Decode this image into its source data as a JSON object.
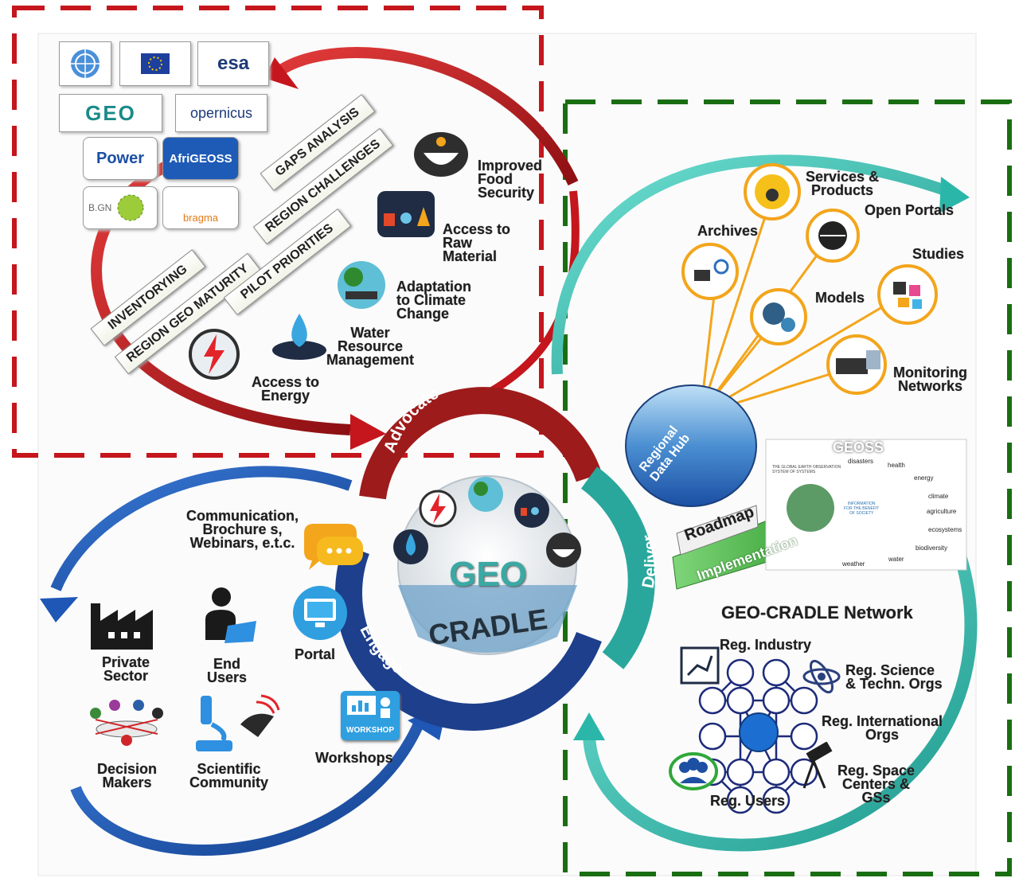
{
  "colors": {
    "red": "#c4161c",
    "green": "#1a6e12",
    "blue": "#1f57b7",
    "teal": "#2ab7aa",
    "orange": "#f3a51c"
  },
  "logos": {
    "geo": "GEO",
    "copernicus": "opernicus",
    "esa": "esa",
    "power": "Power",
    "afrigeoss": "AfriGEOSS",
    "bgn": "B.GN",
    "bragma": "bragma"
  },
  "advocate": {
    "bands": [
      "GAPS ANALYSIS",
      "REGION CHALLENGES",
      "INVENTORYING",
      "REGION GEO MATURITY",
      "PILOT PRIORITIES"
    ],
    "topics": {
      "food": "Improved\nFood\nSecurity",
      "raw": "Access to\nRaw\nMaterial",
      "climate": "Adaptation\nto Climate\nChange",
      "water": "Water\nResource\nManagement",
      "energy": "Access to\nEnergy"
    }
  },
  "ring": {
    "advocate": "Advocate",
    "engage": "Engage",
    "deliver": "Deliver",
    "center": "CRADLE",
    "center_logo": "GEO"
  },
  "deliver": {
    "services": "Services &\nProducts",
    "portals": "Open Portals",
    "archives": "Archives",
    "studies": "Studies",
    "models": "Models",
    "monitoring": "Monitoring\nNetworks",
    "hub": "Regional\nData Hub",
    "roadmap": "Roadmap",
    "implementation": "Implementation",
    "geoss": {
      "title": "GEOSS",
      "subtitle": "THE GLOBAL EARTH OBSERVATION\nSYSTEM OF SYSTEMS",
      "center": "INFORMATION\nFOR THE BENEFIT\nOF SOCIETY",
      "sbas": [
        "disasters",
        "health",
        "energy",
        "climate",
        "agriculture",
        "ecosystems",
        "biodiversity",
        "water",
        "weather"
      ]
    }
  },
  "network": {
    "title": "GEO-CRADLE Network",
    "industry": "Reg. Industry",
    "science": "Reg. Science\n& Techn. Orgs",
    "international": "Reg. International\nOrgs",
    "space": "Reg. Space\nCenters &\nGSs",
    "users": "Reg. Users"
  },
  "engage": {
    "communication": "Communication,\nBrochure s,\nWebinars, e.t.c.",
    "private": "Private\nSector",
    "endusers": "End\nUsers",
    "portal": "Portal",
    "decision": "Decision\nMakers",
    "scientific": "Scientific\nCommunity",
    "workshops": "Workshops",
    "workshop_badge": "WORKSHOP"
  }
}
